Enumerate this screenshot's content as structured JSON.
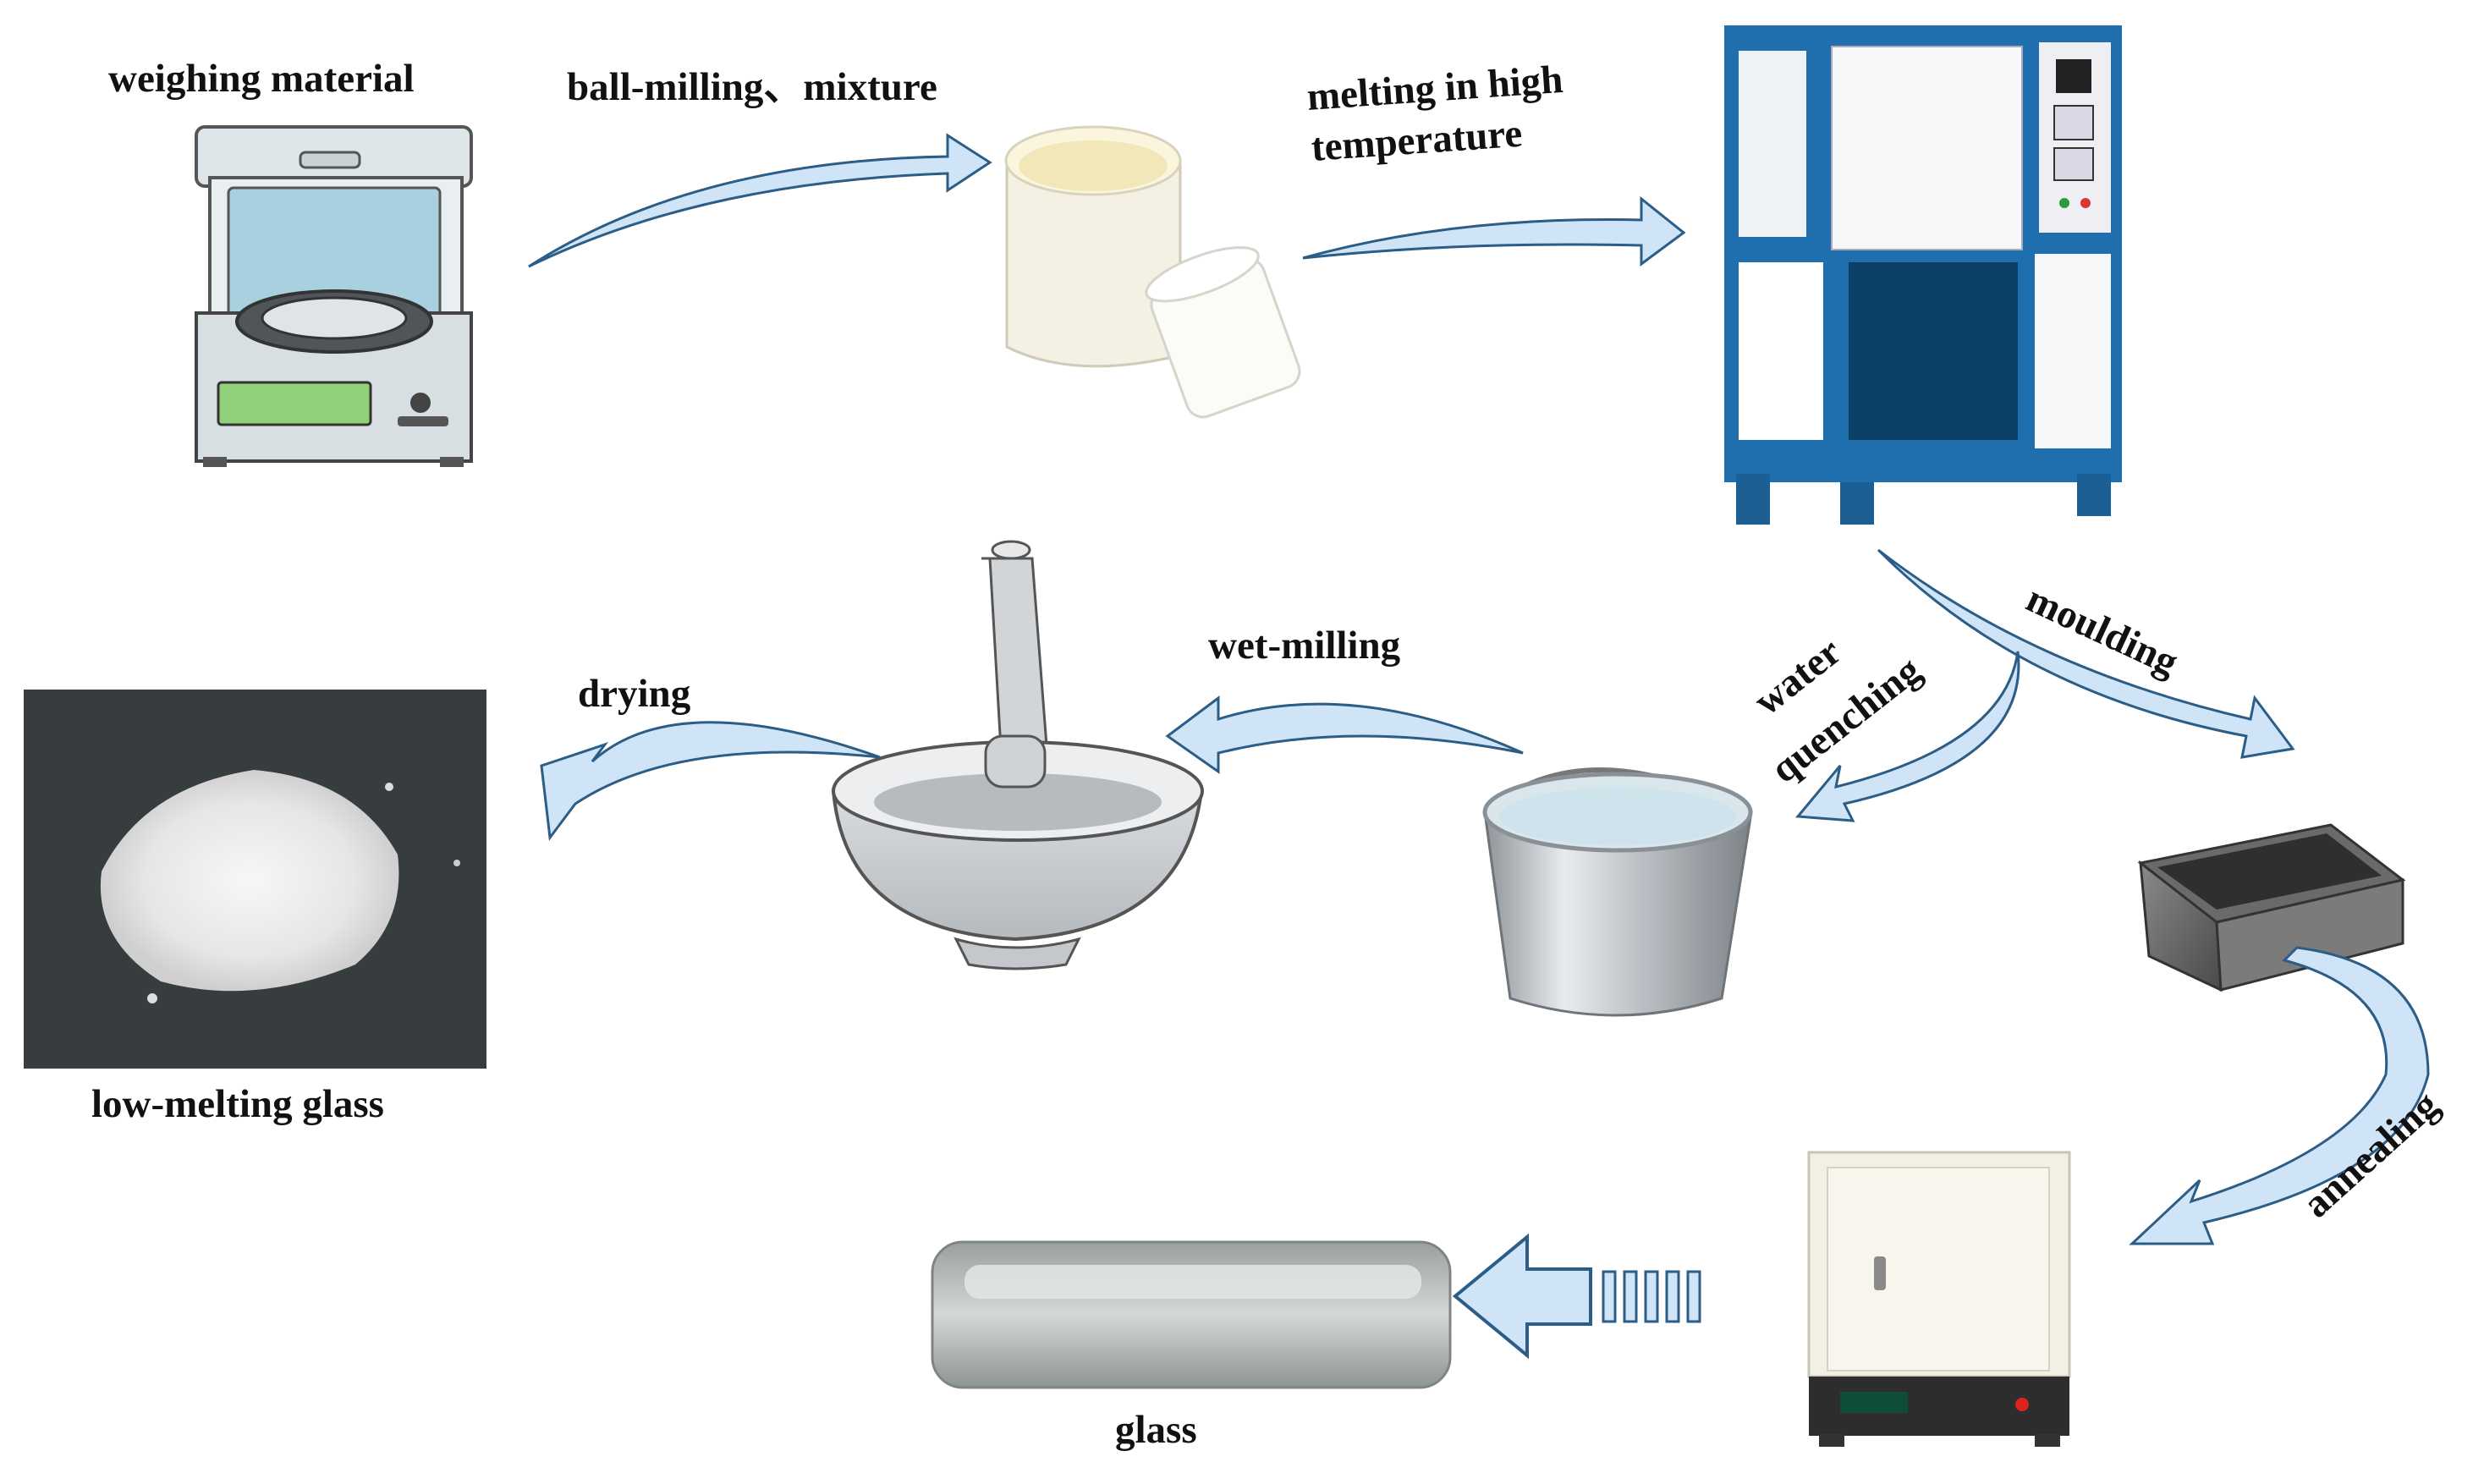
{
  "labels": {
    "weighing": "weighing material",
    "ball_milling": "ball-milling、mixture",
    "melting_line1": "melting in high",
    "melting_line2": "temperature",
    "moulding": "moulding",
    "water": "water",
    "quenching": "quenching",
    "wet_milling": "wet-milling",
    "drying": "drying",
    "low_melting_glass": "low-melting glass",
    "annealing": "annealing",
    "glass": "glass"
  },
  "colors": {
    "arrow_fill": "#cfe4f7",
    "arrow_stroke": "#4a8fc4",
    "furnace_frame": "#1f6fae",
    "text": "#111111"
  },
  "icons": [
    "balance-icon",
    "ceramic-crucible-icon",
    "muffle-furnace-icon",
    "mortar-pestle-icon",
    "water-bucket-icon",
    "graphite-mould-icon",
    "annealing-oven-icon",
    "glass-bar-icon",
    "glass-powder-icon"
  ]
}
